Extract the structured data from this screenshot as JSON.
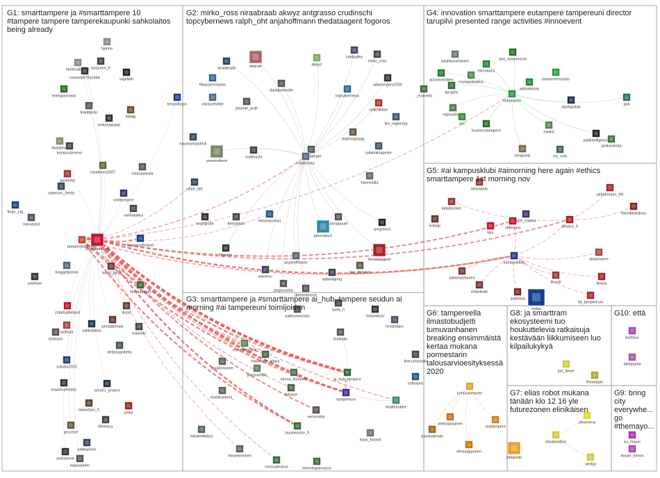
{
  "groups": [
    {
      "id": "G1",
      "lines": [
        "G1: smarttampere ja #smarttampere 10",
        "#tampere tampere tamperekaupunki sahkolaitos",
        "being already"
      ]
    },
    {
      "id": "G2",
      "lines": [
        "G2: mirko_ross niraabraab akwyz antgrasso crudinschi",
        "topcybernews ralph_oht anjahoffmann thedataagent fogoros"
      ]
    },
    {
      "id": "G4",
      "lines": [
        "G4: innovation smarttampere eutampere tampereuni director",
        "tarupilvi presented range activities #innoevent"
      ]
    },
    {
      "id": "G5",
      "lines": [
        "G5: #ai kampusklubi #aimorning here again #ethics",
        "smarttampere 1st morning nov"
      ]
    },
    {
      "id": "G3",
      "lines": [
        "G3: smarttampere ja #smarttampere ai_hub_tampere seudun ai",
        "morning #ai tampereuni toimijoiden"
      ]
    },
    {
      "id": "G6",
      "lines": [
        "G6: tampereella",
        "ilmastobudjetti",
        "tumuvanhanen",
        "breaking ensimmäistä",
        "kertaa mukana",
        "pormestarin",
        "talousarvioesityksessä",
        "2020"
      ]
    },
    {
      "id": "G8",
      "lines": [
        "G8: ja smarttram",
        "ekosysteemi tuo",
        "houkuttelevia ratkaisuja",
        "kestävään liikkumiseen luo",
        "kilpailukykyä"
      ]
    },
    {
      "id": "G10",
      "lines": [
        "G10: että"
      ]
    },
    {
      "id": "G7",
      "lines": [
        "G7: elias robot mukana",
        "tänään klo 12 16 yle",
        "futurezonen elinikäisen"
      ]
    },
    {
      "id": "G9",
      "lines": [
        "G9: bring",
        "city",
        "everywhe...",
        "go",
        "#themayo..."
      ]
    }
  ],
  "nodes": [
    {
      "id": "smarttampere",
      "label": "smarttampere",
      "color": "#c8102e"
    },
    {
      "id": "tampere",
      "label": "tamperekaupunki",
      "color": "#d04020"
    },
    {
      "id": "businessfinland",
      "label": "businessfinland",
      "color": "#1a3a8a"
    },
    {
      "id": "heinkvalander",
      "label": "heinkvalander",
      "color": "#888"
    },
    {
      "id": "aorjonen",
      "label": "aorjonen_fi",
      "color": "#444"
    },
    {
      "id": "networkfi",
      "label": "networkfi7831666",
      "color": "#333"
    },
    {
      "id": "vapriikki",
      "label": "vapriikki",
      "color": "#222"
    },
    {
      "id": "energiavirasto",
      "label": "energiavirasto",
      "color": "#2a6a2a"
    },
    {
      "id": "treklitjesto",
      "label": "treklitjesto",
      "color": "#555"
    },
    {
      "id": "3diatp",
      "label": "3diatp",
      "color": "#7a4a20"
    },
    {
      "id": "tretuntiatukat",
      "label": "tretuntiatukat",
      "color": "#333"
    },
    {
      "id": "ekanjeluo",
      "label": "ekanjeluo",
      "color": "#886"
    },
    {
      "id": "kampusareena",
      "label": "kampusareena",
      "color": "#444"
    },
    {
      "id": "royaltours",
      "label": "royaltours2007",
      "color": "#663"
    },
    {
      "id": "ganilemit",
      "label": "ganilemit",
      "color": "#a33"
    },
    {
      "id": "minnavierula",
      "label": "minnavierula",
      "color": "#555"
    },
    {
      "id": "tretyollisyys",
      "label": "tretyollisyys",
      "color": "#1a3a8a"
    },
    {
      "id": "visittampere",
      "label": "visittampere",
      "color": "#336"
    },
    {
      "id": "cybersec",
      "label": "cybersec_feeds",
      "color": "#345"
    },
    {
      "id": "vanhalakka",
      "label": "vanhalakka",
      "color": "#444"
    },
    {
      "id": "fingo",
      "label": "fingo_org",
      "color": "#1a3a8a"
    },
    {
      "id": "mervastid",
      "label": "mervastid",
      "color": "#456"
    },
    {
      "id": "braggeljommi",
      "label": "braggeljommi",
      "color": "#567"
    },
    {
      "id": "zobelum",
      "label": "zobelum",
      "color": "#333"
    },
    {
      "id": "koski_kirsi",
      "label": "koski_kirsi",
      "color": "#733"
    },
    {
      "id": "tiiumpppaati",
      "label": "tiiumpppaati",
      "color": "#363"
    },
    {
      "id": "zstartupfinland",
      "label": "zstartupfinland",
      "color": "#c8102e"
    },
    {
      "id": "iiuzat",
      "label": "iiuzat",
      "color": "#543"
    },
    {
      "id": "rtstoison",
      "label": "rtstoison",
      "color": "#555"
    },
    {
      "id": "avilhula",
      "label": "avilhula",
      "color": "#a44"
    },
    {
      "id": "sahkolaitos",
      "label": "sahkolaitos",
      "color": "#234"
    },
    {
      "id": "pertsalomaki",
      "label": "pertsalomaki",
      "color": "#633"
    },
    {
      "id": "hslaiinki",
      "label": "hslaiinki",
      "color": "#444"
    },
    {
      "id": "zstudio2020",
      "label": "zstudio2020",
      "color": "#246"
    },
    {
      "id": "deitasygnitebs",
      "label": "deitasygnitebs",
      "color": "#455"
    },
    {
      "id": "maaritvahvilat",
      "label": "maaritvahvilat1",
      "color": "#333"
    },
    {
      "id": "area51",
      "label": "area51_project",
      "color": "#234"
    },
    {
      "id": "taloiohjon",
      "label": "taloiohjon_fi",
      "color": "#543"
    },
    {
      "id": "unilut",
      "label": "unilut",
      "color": "#a22"
    },
    {
      "id": "gezzene",
      "label": "gezzene",
      "color": "#654"
    },
    {
      "id": "lifelmacy",
      "label": "lifelmacy",
      "color": "#444"
    },
    {
      "id": "aveisterne",
      "label": "aveisterne",
      "color": "#333"
    },
    {
      "id": "pekkasilvio",
      "label": "pekkasilvio",
      "color": "#345"
    },
    {
      "id": "kajasaarien",
      "label": "kajasaarien",
      "color": "#555"
    },
    {
      "id": "niraabraab",
      "label": "niraabraab",
      "color": "#246"
    },
    {
      "id": "debruih",
      "label": "debruih",
      "color": "#a66"
    },
    {
      "id": "valdaylley",
      "label": "valdaylley",
      "color": "#446"
    },
    {
      "id": "akwyz",
      "label": "akwyz",
      "color": "#7a6"
    },
    {
      "id": "mirko_ross",
      "label": "mirko_ross",
      "color": "#444"
    },
    {
      "id": "fikasciencepark",
      "label": "fikasciencepark",
      "color": "#369"
    },
    {
      "id": "davidpollardin",
      "label": "davidpollardin",
      "color": "#555"
    },
    {
      "id": "adamrogers",
      "label": "adamrogers2030",
      "color": "#333"
    },
    {
      "id": "topcybernews",
      "label": "topcybernews",
      "color": "#2a6a9a"
    },
    {
      "id": "clarissehelier",
      "label": "clarissehelier",
      "color": "#567"
    },
    {
      "id": "jeannie_prall",
      "label": "jeannie_prall",
      "color": "#555"
    },
    {
      "id": "nellmillikan",
      "label": "nellmillikan",
      "color": "#a33"
    },
    {
      "id": "tim_regionstg",
      "label": "tim_regionstg",
      "color": "#456"
    },
    {
      "id": "drjdrooghaag",
      "label": "drjdrooghaag",
      "color": "#654"
    },
    {
      "id": "naumannpatrick",
      "label": "naumannpatrick",
      "color": "#345"
    },
    {
      "id": "yvesmulkers",
      "label": "yvesmulkers",
      "color": "#786"
    },
    {
      "id": "crudinschi",
      "label": "crudinschi",
      "color": "#444"
    },
    {
      "id": "angelafeger",
      "label": "angelafeger",
      "color": "#555"
    },
    {
      "id": "robibrooks",
      "label": "robibrooks",
      "color": "#567"
    },
    {
      "id": "juliaimksapeise",
      "label": "juliaimksapeise",
      "color": "#456"
    },
    {
      "id": "ralph_oht",
      "label": "ralph_oht",
      "color": "#345"
    },
    {
      "id": "hannesilla",
      "label": "hannesilla",
      "color": "#666"
    },
    {
      "id": "ecgnglobb",
      "label": "ecgnglobb",
      "color": "#333"
    },
    {
      "id": "fielnsbach",
      "label": "fielnsbach",
      "color": "#444"
    },
    {
      "id": "helsinkismart",
      "label": "helsinkismart",
      "color": "#258"
    },
    {
      "id": "jannapuum",
      "label": "jannapuum",
      "color": "#555"
    },
    {
      "id": "iptconline",
      "label": "iptconline1",
      "color": "#38a"
    },
    {
      "id": "antgrasso",
      "label": "antgrasso",
      "color": "#223"
    },
    {
      "id": "fogoros",
      "label": "fogoros",
      "color": "#333"
    },
    {
      "id": "anjahoffmann",
      "label": "anjahoffmann",
      "color": "#567"
    },
    {
      "id": "thedataagent",
      "label": "thedataagent",
      "color": "#a22"
    },
    {
      "id": "wavmuc",
      "label": "wavmuc",
      "color": "#345"
    },
    {
      "id": "jorgecunha",
      "label": "jorgecunha",
      "color": "#555"
    },
    {
      "id": "adamligring",
      "label": "adamligring",
      "color": "#345"
    },
    {
      "id": "jerg_theuner",
      "label": "jerg_theuner",
      "color": "#654"
    },
    {
      "id": "dietembrreck",
      "label": "dietembrreck",
      "color": "#456"
    },
    {
      "id": "paulikuosmanen",
      "label": "paulikuosmanen",
      "color": "#676"
    },
    {
      "id": "ano_tampereuni",
      "label": "ano_tampereuni",
      "color": "#2a6a2a"
    },
    {
      "id": "minnalanz",
      "label": "minnalanz",
      "color": "#1a8a3a"
    },
    {
      "id": "aciuniversities",
      "label": "aciuniversities",
      "color": "#2a7a2a"
    },
    {
      "id": "mariapaliadino",
      "label": "mariapaliadino",
      "color": "#585"
    },
    {
      "id": "tampereensauto",
      "label": "tampereensauto",
      "color": "#2a9a3a"
    },
    {
      "id": "tarupilvi",
      "label": "tarupilvi",
      "color": "#3a6a3a"
    },
    {
      "id": "antinetwork",
      "label": "antinetwork",
      "color": "#1a8a3a"
    },
    {
      "id": "marvella",
      "label": "_marvella",
      "color": "#464"
    },
    {
      "id": "eutampere",
      "label": "eutampere",
      "color": "#1a9a4a"
    },
    {
      "id": "jark",
      "label": "jark",
      "color": "#2a6a6a"
    },
    {
      "id": "reijovaiheriu",
      "label": "reijovaiheriu",
      "color": "#575"
    },
    {
      "id": "startupsbot",
      "label": "startupsbot",
      "color": "#234"
    },
    {
      "id": "aut",
      "label": "aut",
      "color": "#3a8a3a"
    },
    {
      "id": "businesstampere",
      "label": "businesstampere",
      "color": "#2a6a2a"
    },
    {
      "id": "minlist",
      "label": "minlist",
      "color": "#585"
    },
    {
      "id": "padintelligence",
      "label": "padintelligence",
      "color": "#222"
    },
    {
      "id": "janikoolosta",
      "label": "janikoolosta",
      "color": "#474"
    },
    {
      "id": "cerigoully",
      "label": "cerigoully",
      "color": "#7a6a4a"
    },
    {
      "id": "mc_roth",
      "label": "mc_roth",
      "color": "#464"
    },
    {
      "id": "timoralnio",
      "label": "timoralnio",
      "color": "#a33"
    },
    {
      "id": "pirkanmaan_liitt",
      "label": "pirkanmaan_liitt",
      "color": "#a22"
    },
    {
      "id": "lallabrocker",
      "label": "lallabrocker",
      "color": "#933"
    },
    {
      "id": "tekniikkatalous",
      "label": "tekniikkatalous",
      "color": "#822"
    },
    {
      "id": "kotiaip",
      "label": "kotiaip",
      "color": "#633"
    },
    {
      "id": "vttfinland",
      "label": "vttfinland",
      "color": "#c8102e"
    },
    {
      "id": "tam_cuttest",
      "label": "tam_cuttest",
      "color": "#336"
    },
    {
      "id": "tam",
      "label": "tam",
      "color": "#c8102e"
    },
    {
      "id": "dimaco_fi",
      "label": "dimaco_fi",
      "color": "#a22"
    },
    {
      "id": "kampusklubi",
      "label": "kampusklubi",
      "color": "#238"
    },
    {
      "id": "alatampere",
      "label": "alatampere",
      "color": "#a44"
    },
    {
      "id": "sallamanhanen",
      "label": "sallamanhanen",
      "color": "#733"
    },
    {
      "id": "aruodi",
      "label": "aruodi",
      "color": "#933"
    },
    {
      "id": "tlinara",
      "label": "tlinara",
      "color": "#a22"
    },
    {
      "id": "milanikalo",
      "label": "milanikalo",
      "color": "#733"
    },
    {
      "id": "antirinna",
      "label": "antirinna",
      "color": "#822"
    },
    {
      "id": "nokia",
      "label": "nokia",
      "color": "#124191"
    },
    {
      "id": "tiit_tampereuni",
      "label": "tiit_tampereuni",
      "color": "#a23"
    },
    {
      "id": "aaltouniversity",
      "label": "aaltouniversity",
      "color": "#555"
    },
    {
      "id": "tamk_fi",
      "label": "tamk_fi",
      "color": "#444"
    },
    {
      "id": "helsinkiuni",
      "label": "helsinkiuni",
      "color": "#333"
    },
    {
      "id": "tretatsfaec",
      "label": "tretatsfaec",
      "color": "#456"
    },
    {
      "id": "emeraldingrid",
      "label": "emeraldingrid",
      "color": "#585"
    },
    {
      "id": "huhkalin",
      "label": "huhkalin",
      "color": "#555"
    },
    {
      "id": "maximum_attack",
      "label": "maximum_attack",
      "color": "#464"
    },
    {
      "id": "anukinnunen",
      "label": "anukinnunen",
      "color": "#565"
    },
    {
      "id": "paronientila",
      "label": "paronientila",
      "color": "#676"
    },
    {
      "id": "minna_linnunen",
      "label": "minna_linnunen",
      "color": "#565"
    },
    {
      "id": "ai_hub_tampere",
      "label": "ai_hub_tampere",
      "color": "#2a6a3a"
    },
    {
      "id": "thecuriouslab",
      "label": "thecuriouslab",
      "color": "#444"
    },
    {
      "id": "ictfinland",
      "label": "ictfinland",
      "color": "#258"
    },
    {
      "id": "markkuniemi",
      "label": "markkuniemi_",
      "color": "#565"
    },
    {
      "id": "futurice",
      "label": "futurice",
      "color": "#464"
    },
    {
      "id": "tampereuni",
      "label": "tampereuni",
      "color": "#3a2a8a"
    },
    {
      "id": "xenometix",
      "label": "xenometix",
      "color": "#555"
    },
    {
      "id": "healthhubtre",
      "label": "healthhubtre",
      "color": "#3a8a6a"
    },
    {
      "id": "mikahelkkila",
      "label": "mikahelkkila1",
      "color": "#565"
    },
    {
      "id": "businesstre_fi",
      "label": "businesstre_fi",
      "color": "#3a6a3a"
    },
    {
      "id": "kaya_brandt",
      "label": "kaya_brandt",
      "color": "#676"
    },
    {
      "id": "niinaimmonen",
      "label": "niinaimmonen",
      "color": "#565"
    },
    {
      "id": "mezoukeskus",
      "label": "mezoukeskus",
      "color": "#3a6a4a"
    },
    {
      "id": "teknologiamazoo",
      "label": "teknologiamazoo",
      "color": "#464"
    },
    {
      "id": "tumuvanhanen",
      "label": "tumuvanhanen",
      "color": "#e8a030"
    },
    {
      "id": "aleksipasanen",
      "label": "aleksipasanen",
      "color": "#c87020"
    },
    {
      "id": "visittampere2",
      "label": "visittampere",
      "color": "#d08020"
    },
    {
      "id": "paulivalimaki",
      "label": "paulivalimaki",
      "color": "#a60"
    },
    {
      "id": "ellnasappanen",
      "label": "ellnasappanen",
      "color": "#c70"
    },
    {
      "id": "yletaredo",
      "label": "yletaredo",
      "color": "#e8a030"
    },
    {
      "id": "jari_lloner",
      "label": "jari_lloner",
      "color": "#cc4"
    },
    {
      "id": "theadajari",
      "label": "theadajari",
      "color": "#aa3"
    },
    {
      "id": "yleareena",
      "label": "yleareena",
      "color": "#dd2"
    },
    {
      "id": "elisabobbon",
      "label": "elisabobbon",
      "color": "#cc3"
    },
    {
      "id": "yledigi",
      "label": "yledigi",
      "color": "#cc4"
    },
    {
      "id": "korttaus",
      "label": "korttaus",
      "color": "#a4a"
    },
    {
      "id": "akitapania",
      "label": "akitapania",
      "color": "#a5a"
    },
    {
      "id": "eu_mayor",
      "label": "eu_mayor",
      "color": "#a3a"
    },
    {
      "id": "boyan_tomov",
      "label": "boyan_tomov",
      "color": "#a4b"
    },
    {
      "id": "pekkasilvio2",
      "label": "hjanne",
      "color": "#888"
    }
  ]
}
